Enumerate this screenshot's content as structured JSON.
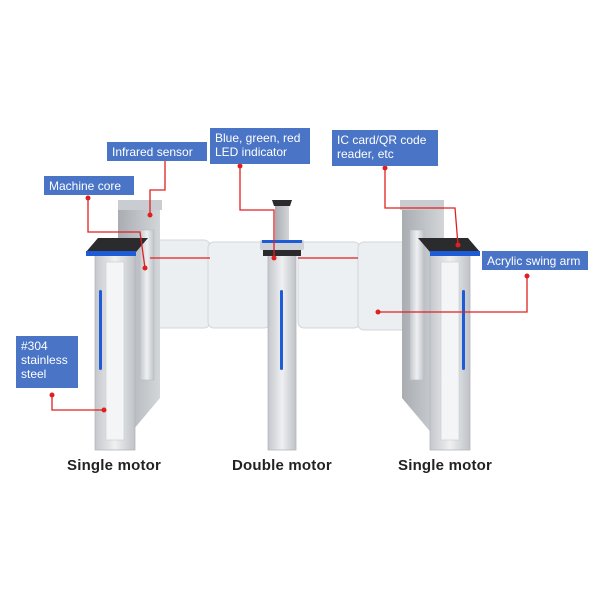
{
  "labels": {
    "infrared_sensor": "Infrared sensor",
    "machine_core": "Machine core",
    "led_indicator": "Blue, green, red LED indicator",
    "ic_card_reader": "IC card/QR code reader, etc",
    "acrylic_swing_arm": "Acrylic swing arm",
    "stainless_steel": "#304 stainless steel"
  },
  "captions": {
    "left": "Single motor",
    "center": "Double motor",
    "right": "Single motor"
  },
  "colors": {
    "label_bg": "#4a74c6",
    "leader_line": "#e02020",
    "led_blue": "#1e5bd6",
    "steel": "#d6d8db",
    "glass": "#eceff1"
  }
}
